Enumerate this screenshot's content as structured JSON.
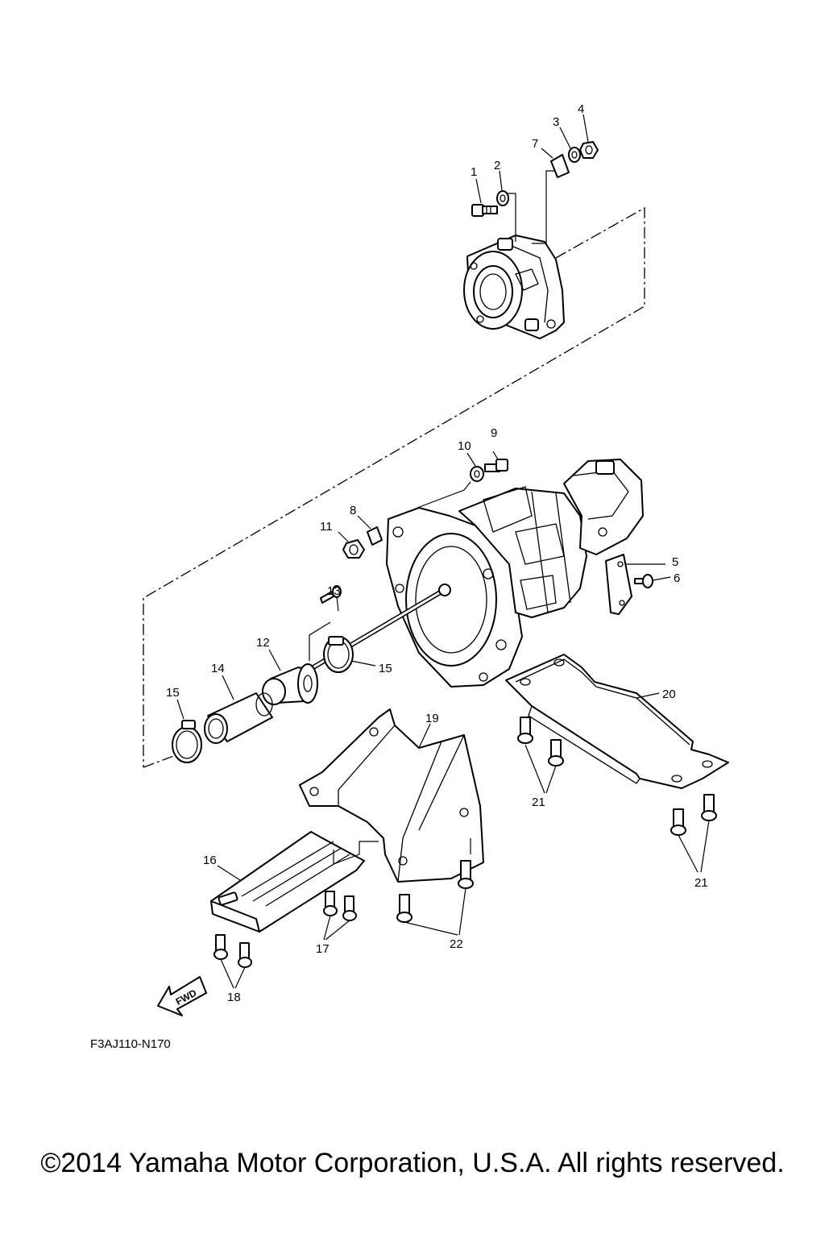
{
  "callouts": [
    {
      "id": "c1",
      "label": "1"
    },
    {
      "id": "c2",
      "label": "2"
    },
    {
      "id": "c3",
      "label": "3"
    },
    {
      "id": "c4",
      "label": "4"
    },
    {
      "id": "c5",
      "label": "5"
    },
    {
      "id": "c6",
      "label": "6"
    },
    {
      "id": "c7",
      "label": "7"
    },
    {
      "id": "c8",
      "label": "8"
    },
    {
      "id": "c9",
      "label": "9"
    },
    {
      "id": "c10",
      "label": "10"
    },
    {
      "id": "c11",
      "label": "11"
    },
    {
      "id": "c12",
      "label": "12"
    },
    {
      "id": "c13",
      "label": "13"
    },
    {
      "id": "c14",
      "label": "14"
    },
    {
      "id": "c15a",
      "label": "15"
    },
    {
      "id": "c15b",
      "label": "15"
    },
    {
      "id": "c16",
      "label": "16"
    },
    {
      "id": "c17",
      "label": "17"
    },
    {
      "id": "c18",
      "label": "18"
    },
    {
      "id": "c19",
      "label": "19"
    },
    {
      "id": "c20",
      "label": "20"
    },
    {
      "id": "c21a",
      "label": "21"
    },
    {
      "id": "c21b",
      "label": "21"
    },
    {
      "id": "c22",
      "label": "22"
    }
  ],
  "fwd_label": "FWD",
  "diagram_code": "F3AJ110-N170",
  "copyright": "©2014 Yamaha Motor Corporation, U.S.A. All rights reserved."
}
